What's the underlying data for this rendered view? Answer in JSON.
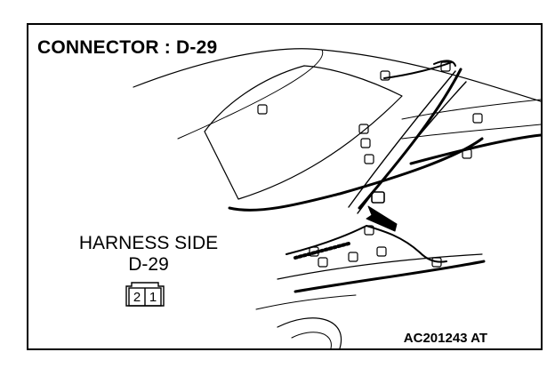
{
  "diagram": {
    "title": "CONNECTOR : D-29",
    "harness_side_label": "HARNESS SIDE",
    "connector_label": "D-29",
    "pins": [
      "2",
      "1"
    ],
    "figure_code": "AC201243 AT"
  }
}
